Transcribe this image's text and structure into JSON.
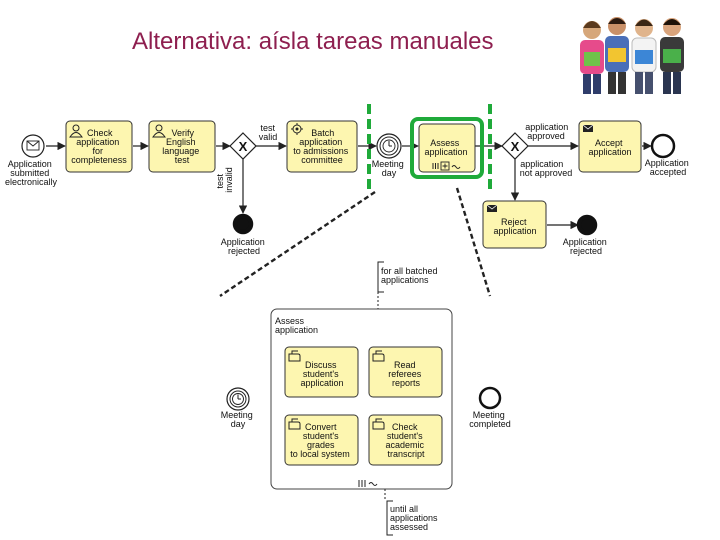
{
  "title": "Alternativa: aísla tareas manuales",
  "colors": {
    "title": "#8e1f4f",
    "task_fill": "#fdf6b0",
    "highlight": "#1faa3a"
  },
  "top_process": {
    "start_event": [
      "Application",
      "submitted",
      "electronically"
    ],
    "check_application": [
      "Check",
      "application",
      "for",
      "completeness"
    ],
    "verify_english": [
      "Verify",
      "English",
      "language",
      "test"
    ],
    "gateway_1": "X",
    "label_test_valid": [
      "test",
      "valid"
    ],
    "label_test_invalid": [
      "test",
      "invalid"
    ],
    "end_rejected_1": [
      "Application",
      "rejected"
    ],
    "batch_application": [
      "Batch",
      "application",
      "to admissions",
      "committee"
    ],
    "meeting_day_timer": [
      "Meeting",
      "day"
    ],
    "assess_application": [
      "Assess",
      "application"
    ],
    "gateway_2": "X",
    "label_approved": [
      "application",
      "approved"
    ],
    "label_not_approved": [
      "application",
      "not approved"
    ],
    "accept_application": [
      "Accept",
      "application"
    ],
    "end_accepted": [
      "Application",
      "accepted"
    ],
    "reject_application": [
      "Reject",
      "application"
    ],
    "end_rejected_2": [
      "Application",
      "rejected"
    ]
  },
  "sub_process": {
    "annotation_top": [
      "for all batched",
      "applications"
    ],
    "title": [
      "Assess",
      "application"
    ],
    "discuss": [
      "Discuss",
      "student's",
      "application"
    ],
    "read_reports": [
      "Read",
      "referees",
      "reports"
    ],
    "convert_grades": [
      "Convert",
      "student's",
      "grades",
      "to local system"
    ],
    "check_transcript": [
      "Check",
      "student's",
      "academic",
      "transcript"
    ],
    "start_timer": [
      "Meeting",
      "day"
    ],
    "end_event": [
      "Meeting",
      "completed"
    ],
    "annotation_bottom": [
      "until all",
      "applications",
      "assessed"
    ]
  }
}
